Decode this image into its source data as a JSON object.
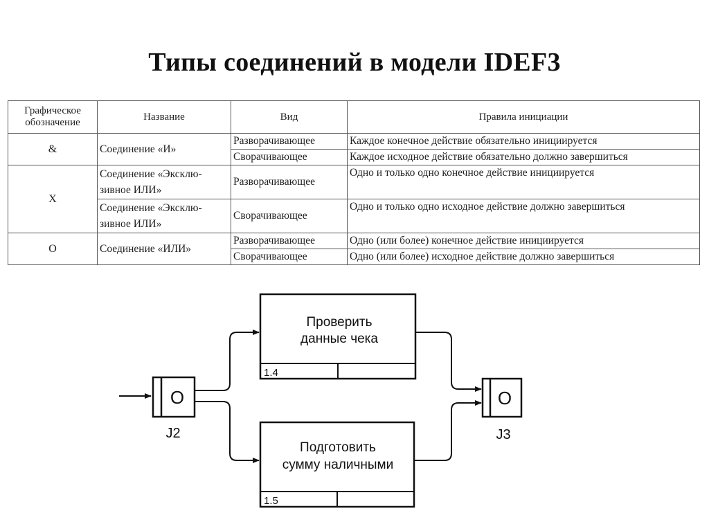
{
  "title": "Типы соединений в модели IDEF3",
  "table": {
    "headers": [
      "Графическое обозначение",
      "Название",
      "Вид",
      "Правила инициации"
    ],
    "rows": [
      {
        "symbol": "&",
        "name": "Соединение «И»",
        "kind": "Разворачивающее",
        "rule": "Каждое конечное действие обязательно инициируется"
      },
      {
        "kind": "Сворачивающее",
        "rule": "Каждое исходное действие обязательно должно завершиться"
      },
      {
        "symbol": "X",
        "name": "Соединение «Эксклю-зивное ИЛИ»",
        "kind": "Разворачивающее",
        "rule": "Одно и только одно конечное действие инициируется"
      },
      {
        "name": "Соединение «Эксклю-зивное ИЛИ»",
        "kind": "Сворачивающее",
        "rule": "Одно и только одно исходное действие должно завершиться"
      },
      {
        "symbol": "O",
        "name": "Соединение «ИЛИ»",
        "kind": "Разворачивающее",
        "rule": "Одно (или более) конечное действие инициируется"
      },
      {
        "kind": "Сворачивающее",
        "rule": "Одно (или более) исходное действие должно завершиться"
      }
    ]
  },
  "diagram": {
    "junction_left": {
      "symbol": "O",
      "label": "J2"
    },
    "junction_right": {
      "symbol": "O",
      "label": "J3"
    },
    "box_top": {
      "line1": "Проверить",
      "line2": "данные чека",
      "number": "1.4"
    },
    "box_bottom": {
      "line1": "Подготовить",
      "line2": "сумму наличными",
      "number": "1.5"
    }
  }
}
